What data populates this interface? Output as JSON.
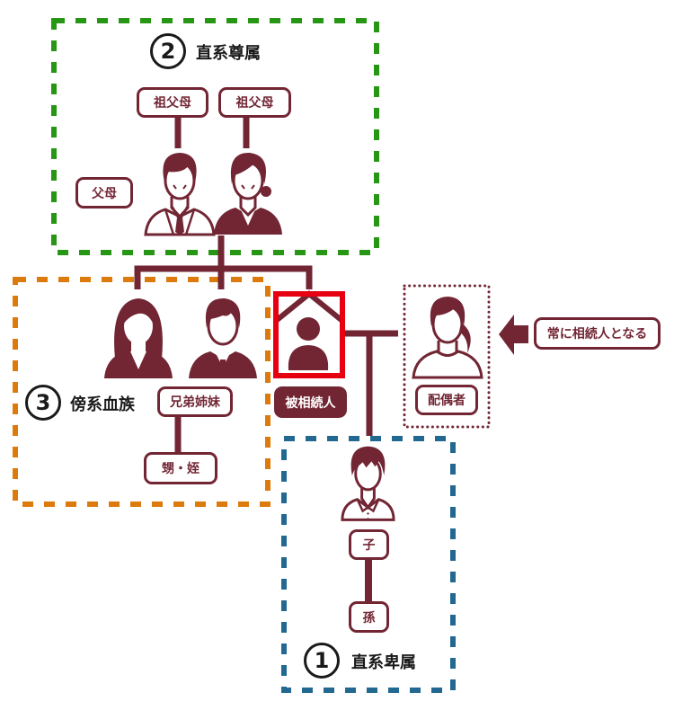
{
  "colors": {
    "maroon": "#722634",
    "direct_ascendants_frame": "#279614",
    "collateral_frame": "#DD7A0C",
    "direct_descendants_frame": "#226891",
    "deceased_frame": "#E60012"
  },
  "groups": {
    "direct_ascendants": {
      "number": "2",
      "title": "直系尊属"
    },
    "collateral": {
      "number": "3",
      "title": "傍系血族"
    },
    "direct_descendants": {
      "number": "1",
      "title": "直系卑属"
    }
  },
  "labels": {
    "grandparent_left": "祖父母",
    "grandparent_right": "祖父母",
    "parents": "父母",
    "siblings": "兄弟姉妹",
    "nephew_niece": "甥・姪",
    "deceased": "被相続人",
    "spouse": "配偶者",
    "child": "子",
    "grandchild": "孫"
  },
  "spouse_note": "常に相続人となる",
  "icons": {
    "father": "person-male-suit-icon",
    "mother": "person-female-suit-icon",
    "sister": "person-female-longhair-icon",
    "brother": "person-male-suit-filled-icon",
    "deceased": "house-person-icon",
    "spouse": "person-female-ponytail-icon",
    "child": "person-male-casual-icon",
    "arrow": "arrow-left-icon"
  }
}
